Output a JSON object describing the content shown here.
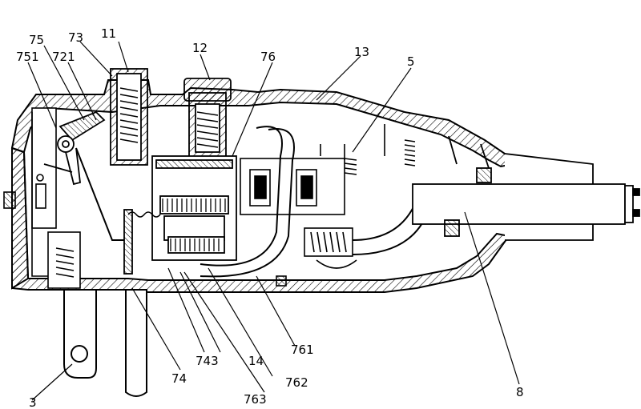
{
  "figure": {
    "labels": {
      "l11": "11",
      "l12": "12",
      "l13": "13",
      "l5": "5",
      "l73": "73",
      "l75": "75",
      "l751": "751",
      "l721": "721",
      "l76": "76",
      "l8": "8",
      "l3": "3",
      "l74": "74",
      "l743": "743",
      "l14": "14",
      "l762": "762",
      "l763": "763",
      "l761": "761"
    },
    "colors": {
      "stroke": "#000000",
      "hatch": "#000000",
      "background": "#ffffff"
    }
  }
}
